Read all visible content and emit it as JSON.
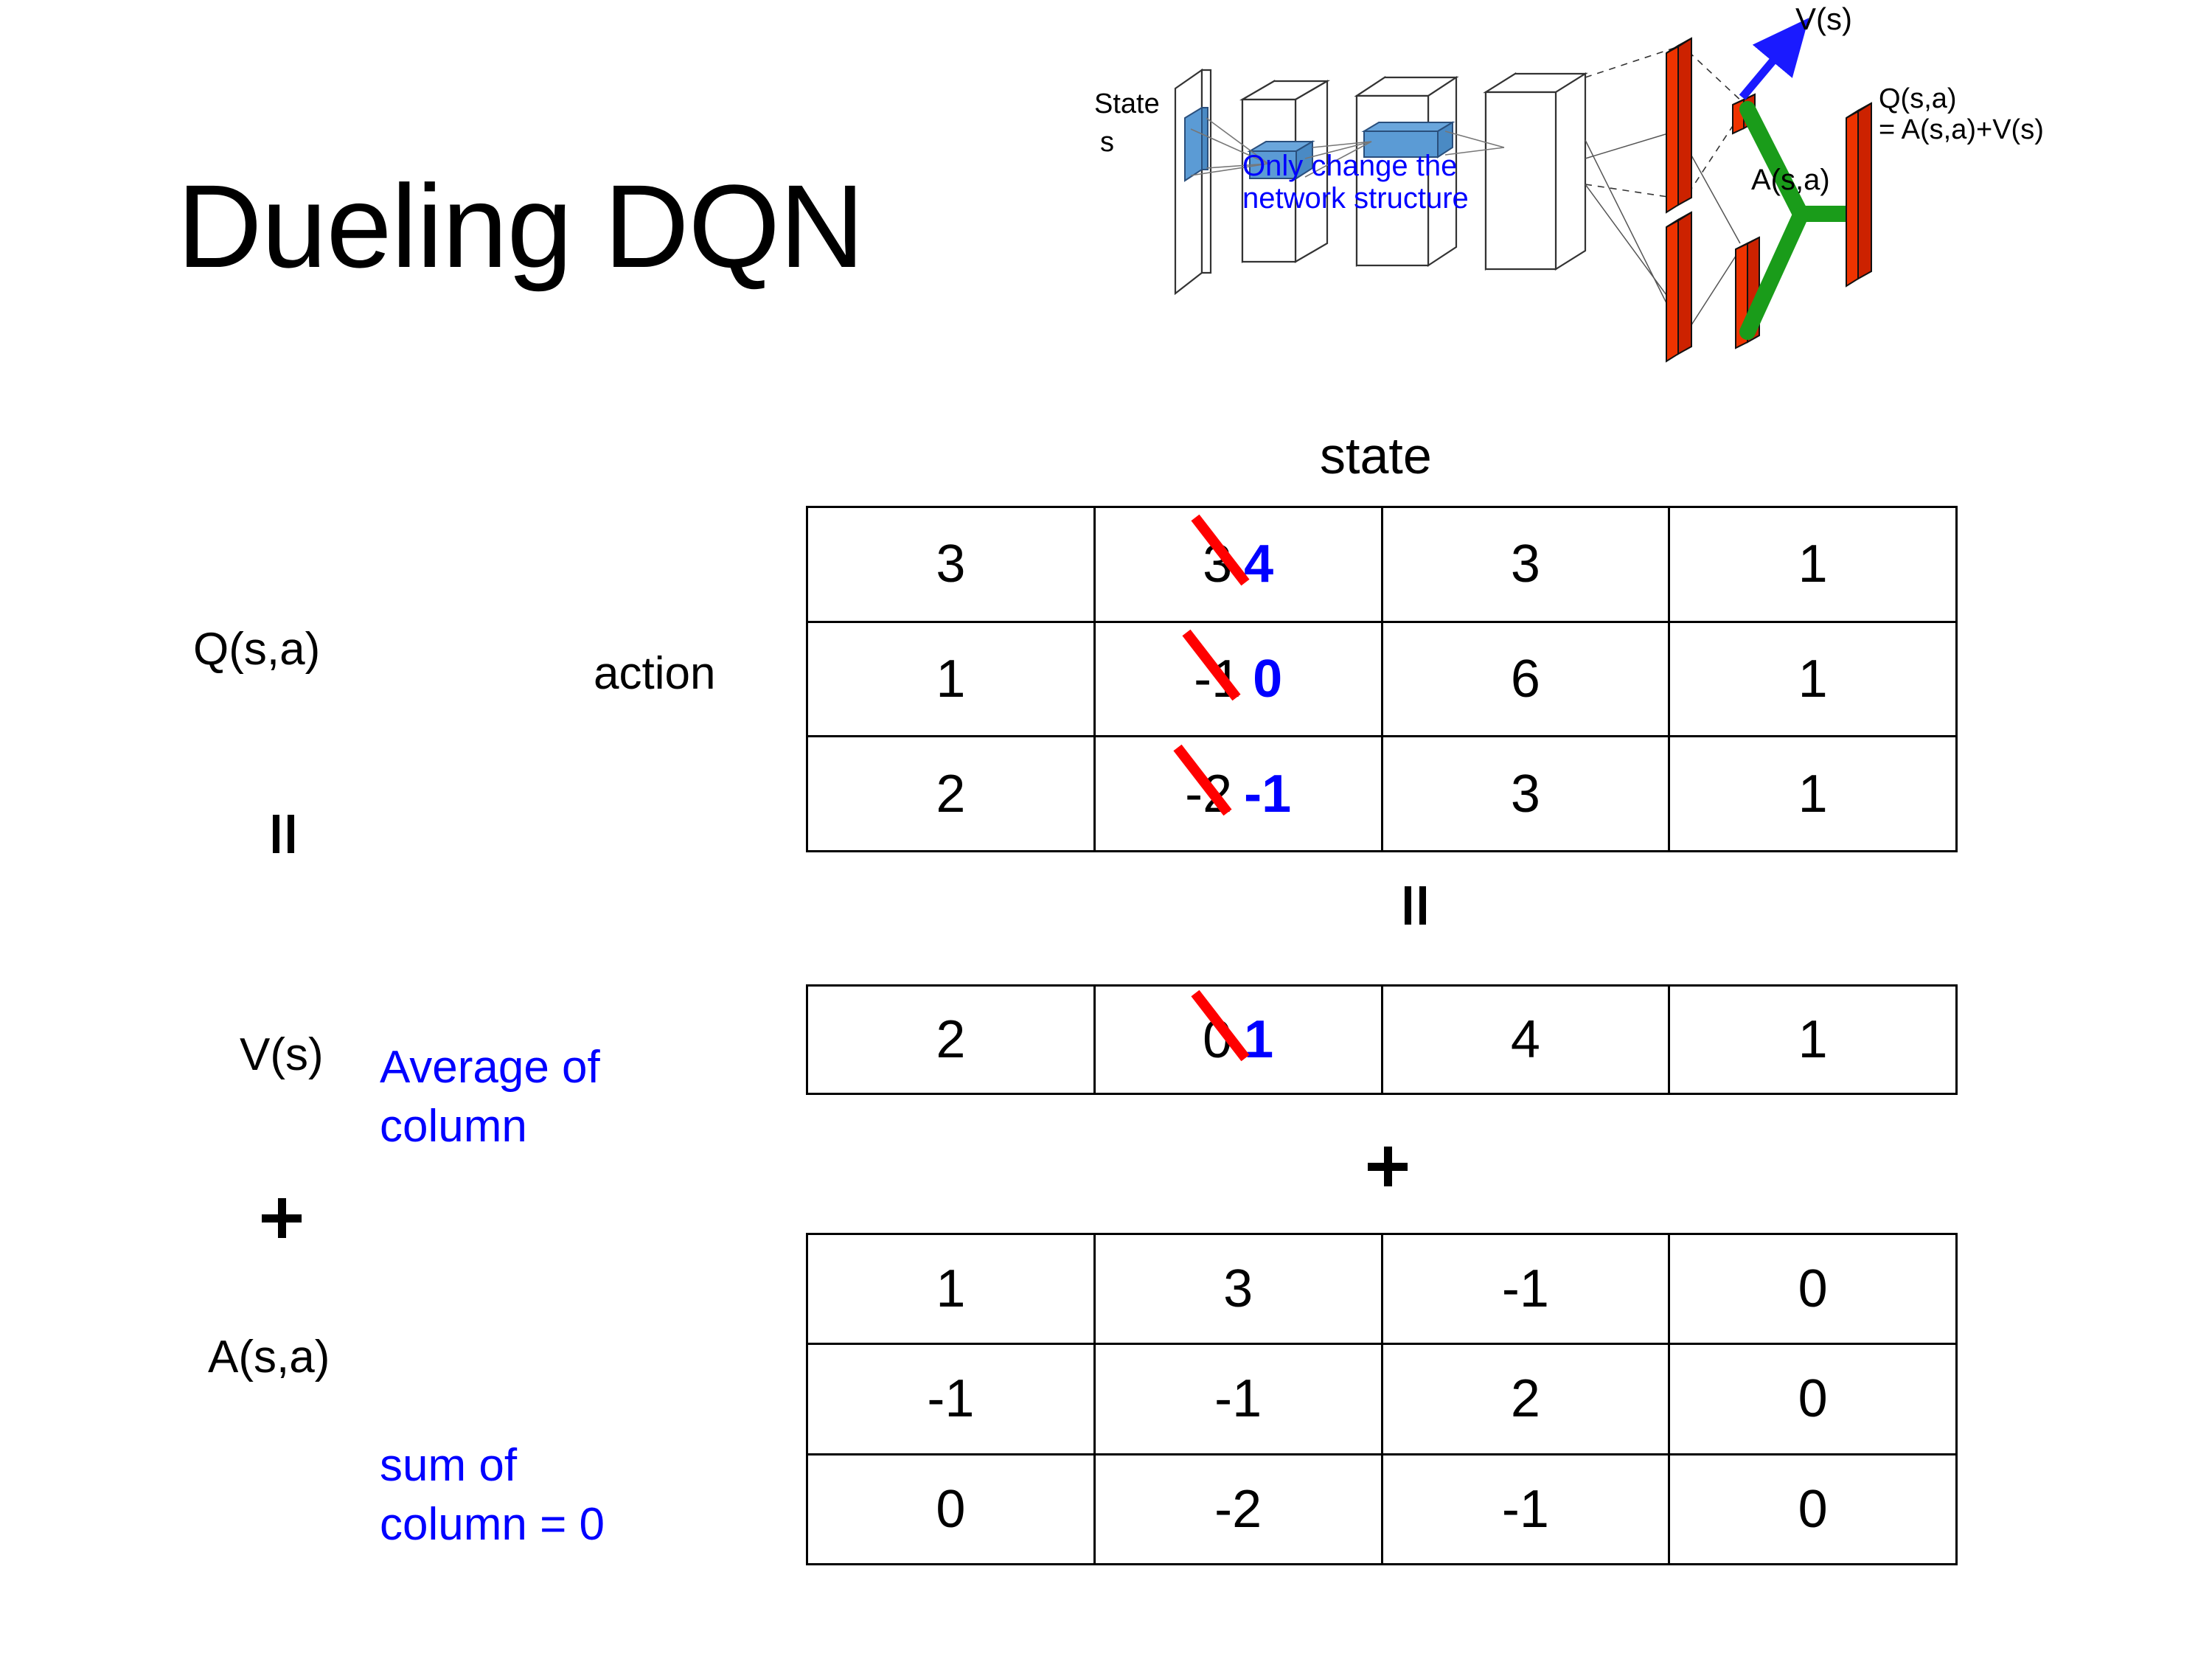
{
  "slide": {
    "title": "Dueling DQN",
    "background": "#ffffff",
    "accent_blue": "#0000ff",
    "accent_red": "#ff0000",
    "accent_green": "#00a000"
  },
  "diagram": {
    "input_label_line1": "State",
    "input_label_line2": "s",
    "note_line1": "Only change the",
    "note_line2": "network structure",
    "output_v": "V(s)",
    "output_a": "A(s,a)",
    "output_q_line1": "Q(s,a)",
    "output_q_line2": "= A(s,a)+V(s)"
  },
  "labels": {
    "q": "Q(s,a)",
    "v": "V(s)",
    "a": "A(s,a)",
    "equals_1": "=",
    "equals_2": "=",
    "plus_1": "+",
    "plus_2": "+",
    "note_v_line1": "Average of",
    "note_v_line2": "column",
    "note_a_line1": "sum of",
    "note_a_line2": "column = 0",
    "header_state": "state",
    "header_action": "action"
  },
  "chart_data": {
    "type": "table",
    "title": "Dueling DQN  Q(s,a) = V(s) + A(s,a)",
    "tables": [
      {
        "name": "Q(s,a)",
        "rows": 3,
        "cols": 4,
        "col_header": "state",
        "row_header": "action",
        "values": [
          [
            "3",
            "3",
            "3",
            "1"
          ],
          [
            "1",
            "-1",
            "6",
            "1"
          ],
          [
            "2",
            "-2",
            "3",
            "1"
          ]
        ],
        "edited_column_index": 1,
        "edited_old_values": [
          "3",
          "-1",
          "-2"
        ],
        "edited_new_values": [
          "4",
          "0",
          "-1"
        ],
        "edit_style": "old value struck through in red, new value in bold blue"
      },
      {
        "name": "V(s)",
        "rows": 1,
        "cols": 4,
        "values": [
          [
            "2",
            "0",
            "4",
            "1"
          ]
        ],
        "edited_column_index": 1,
        "edited_old_values": [
          "0"
        ],
        "edited_new_values": [
          "1"
        ],
        "edit_style": "old value struck through in red, new value in bold blue"
      },
      {
        "name": "A(s,a)",
        "rows": 3,
        "cols": 4,
        "values": [
          [
            "1",
            "3",
            "-1",
            "0"
          ],
          [
            "-1",
            "-1",
            "2",
            "0"
          ],
          [
            "0",
            "-2",
            "-1",
            "0"
          ]
        ],
        "edited_column_index": null,
        "edited_old_values": [],
        "edited_new_values": []
      }
    ]
  }
}
